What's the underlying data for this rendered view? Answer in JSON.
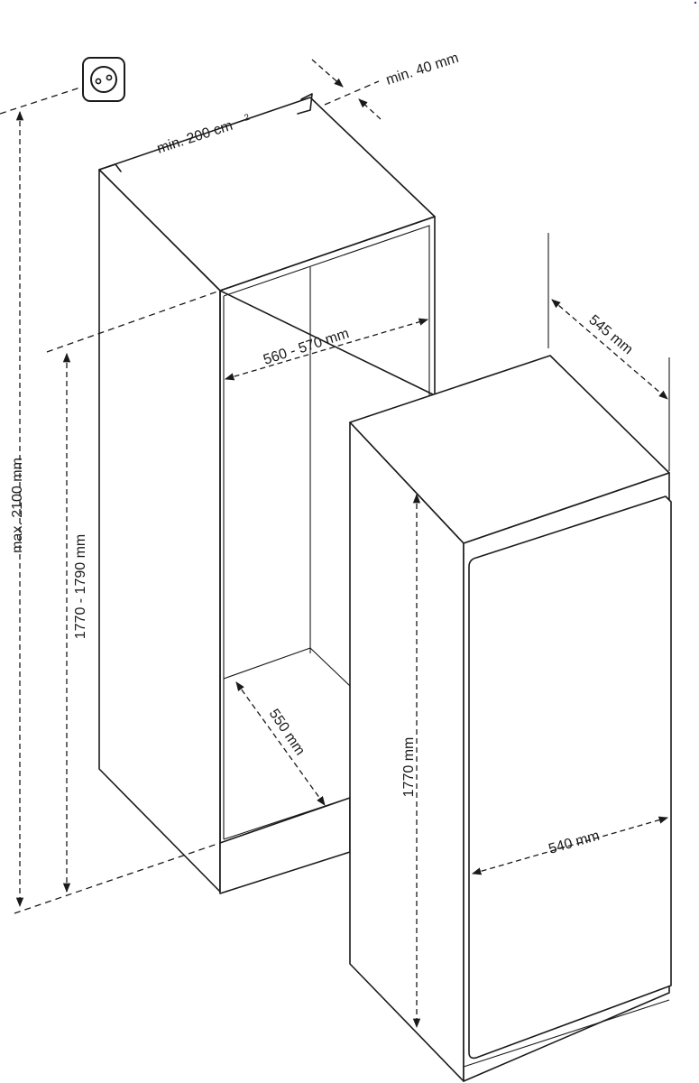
{
  "labels": {
    "min_vent_area": "min. 200 cm",
    "min_vent_area_sup": "2",
    "min_gap": "min. 40 mm",
    "niche_width": "560 - 570 mm",
    "niche_depth": "550 mm",
    "niche_height": "1770 - 1790 mm",
    "max_height": "max. 2100 mm",
    "appliance_depth": "545 mm",
    "appliance_height": "1770 mm",
    "appliance_width": "540 mm"
  },
  "icons": {
    "power_outlet": "power-socket-icon"
  }
}
